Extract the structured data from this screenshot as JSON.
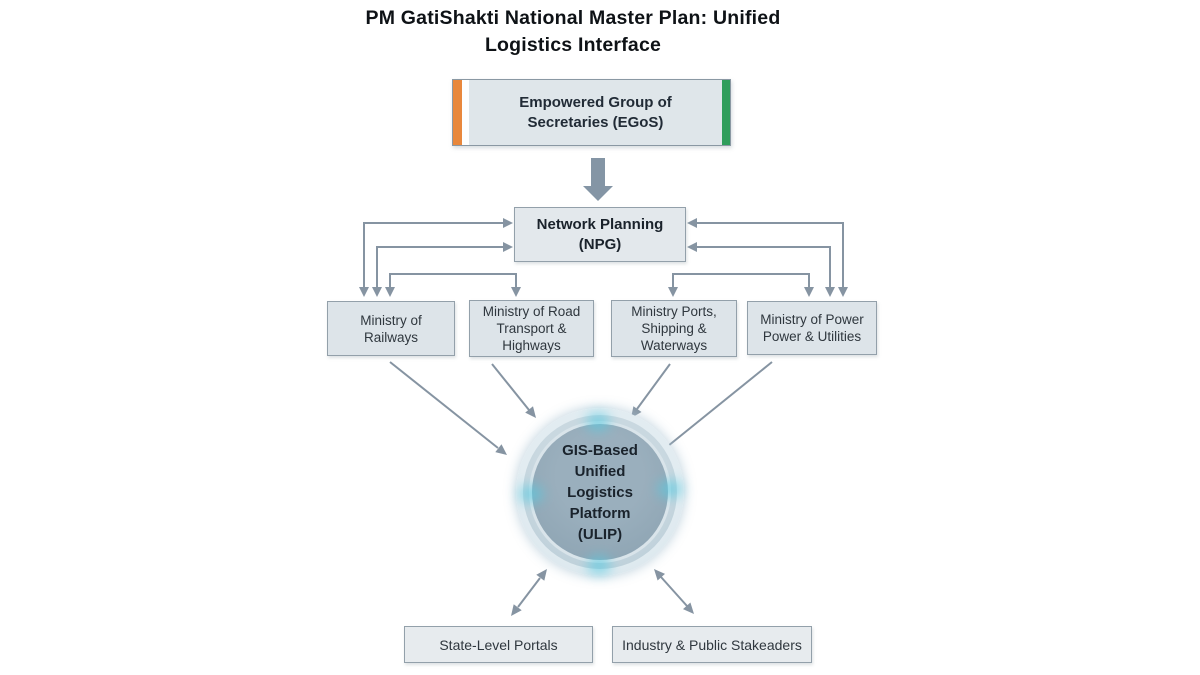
{
  "title": "PM GatiShakti National Master Plan: Unified\nLogistics Interface",
  "nodes": {
    "egos": {
      "label": "Empowered Group of\nSecretaries (EGoS)"
    },
    "npg": {
      "label": "Network Planning\n(NPG)"
    },
    "ministries": [
      {
        "id": "railways",
        "label": "Ministry of\nRailways"
      },
      {
        "id": "road-transport",
        "label": "Ministry of Road\nTransport &\nHighways"
      },
      {
        "id": "ports-shipping",
        "label": "Ministry Ports,\nShipping &\nWaterways"
      },
      {
        "id": "power-utilities",
        "label": "Ministry of Power\nPower & Utilities"
      }
    ],
    "ulip": {
      "label": "GIS-Based\nUnified\nLogistics\nPlatform\n(ULIP)"
    },
    "outputs": [
      {
        "id": "state-portals",
        "label": "State-Level Portals"
      },
      {
        "id": "industry-public",
        "label": "Industry & Public Stakeaders"
      }
    ]
  },
  "colors": {
    "accent-orange": "#E8873B",
    "accent-green": "#2F9E5B",
    "box-fill": "#DFE6EA",
    "box-border": "#93A0AA",
    "connector": "#8694A2",
    "circle-fill": "#8FA6B4",
    "circle-ring": "#C3D4DD",
    "glow-cyan": "#55CBE2",
    "text-dark": "#1D252D"
  }
}
